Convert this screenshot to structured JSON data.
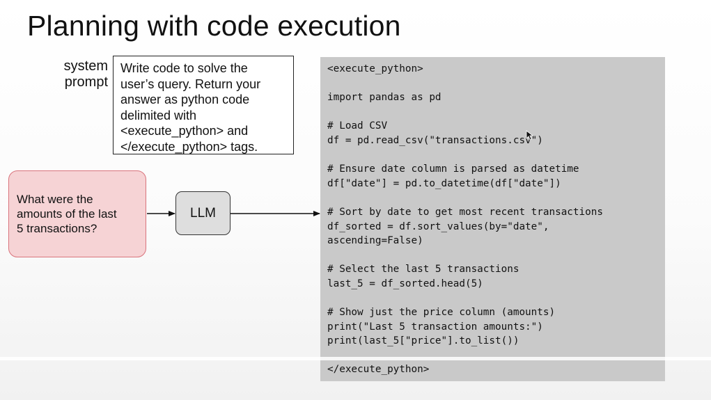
{
  "slide": {
    "title": "Planning with code execution"
  },
  "system_prompt": {
    "label_line1": "system",
    "label_line2": "prompt",
    "lines": [
      "Write code to solve the",
      "user’s query. Return your",
      "answer as python code",
      "delimited with",
      "<execute_python> and",
      "</execute_python> tags."
    ]
  },
  "user_query": {
    "lines": [
      "What were the",
      "amounts of the last",
      "5 transactions?"
    ]
  },
  "llm": {
    "label": "LLM"
  },
  "code": {
    "lines": [
      "<execute_python>",
      "",
      "import pandas as pd",
      "",
      "# Load CSV",
      "df = pd.read_csv(\"transactions.csv\")",
      "",
      "# Ensure date column is parsed as datetime",
      "df[\"date\"] = pd.to_datetime(df[\"date\"])",
      "",
      "# Sort by date to get most recent transactions",
      "df_sorted = df.sort_values(by=\"date\",",
      "ascending=False)",
      "",
      "# Select the last 5 transactions",
      "last_5 = df_sorted.head(5)",
      "",
      "# Show just the price column (amounts)",
      "print(\"Last 5 transaction amounts:\")",
      "print(last_5[\"price\"].to_list())",
      "",
      "</execute_python>"
    ]
  },
  "colors": {
    "query_fill": "#f6d3d5",
    "query_border": "#d9737c",
    "llm_fill": "#dedede",
    "code_panel": "#c9c9c9"
  },
  "icons": [
    "arrow-right-icon",
    "mouse-cursor-icon"
  ]
}
